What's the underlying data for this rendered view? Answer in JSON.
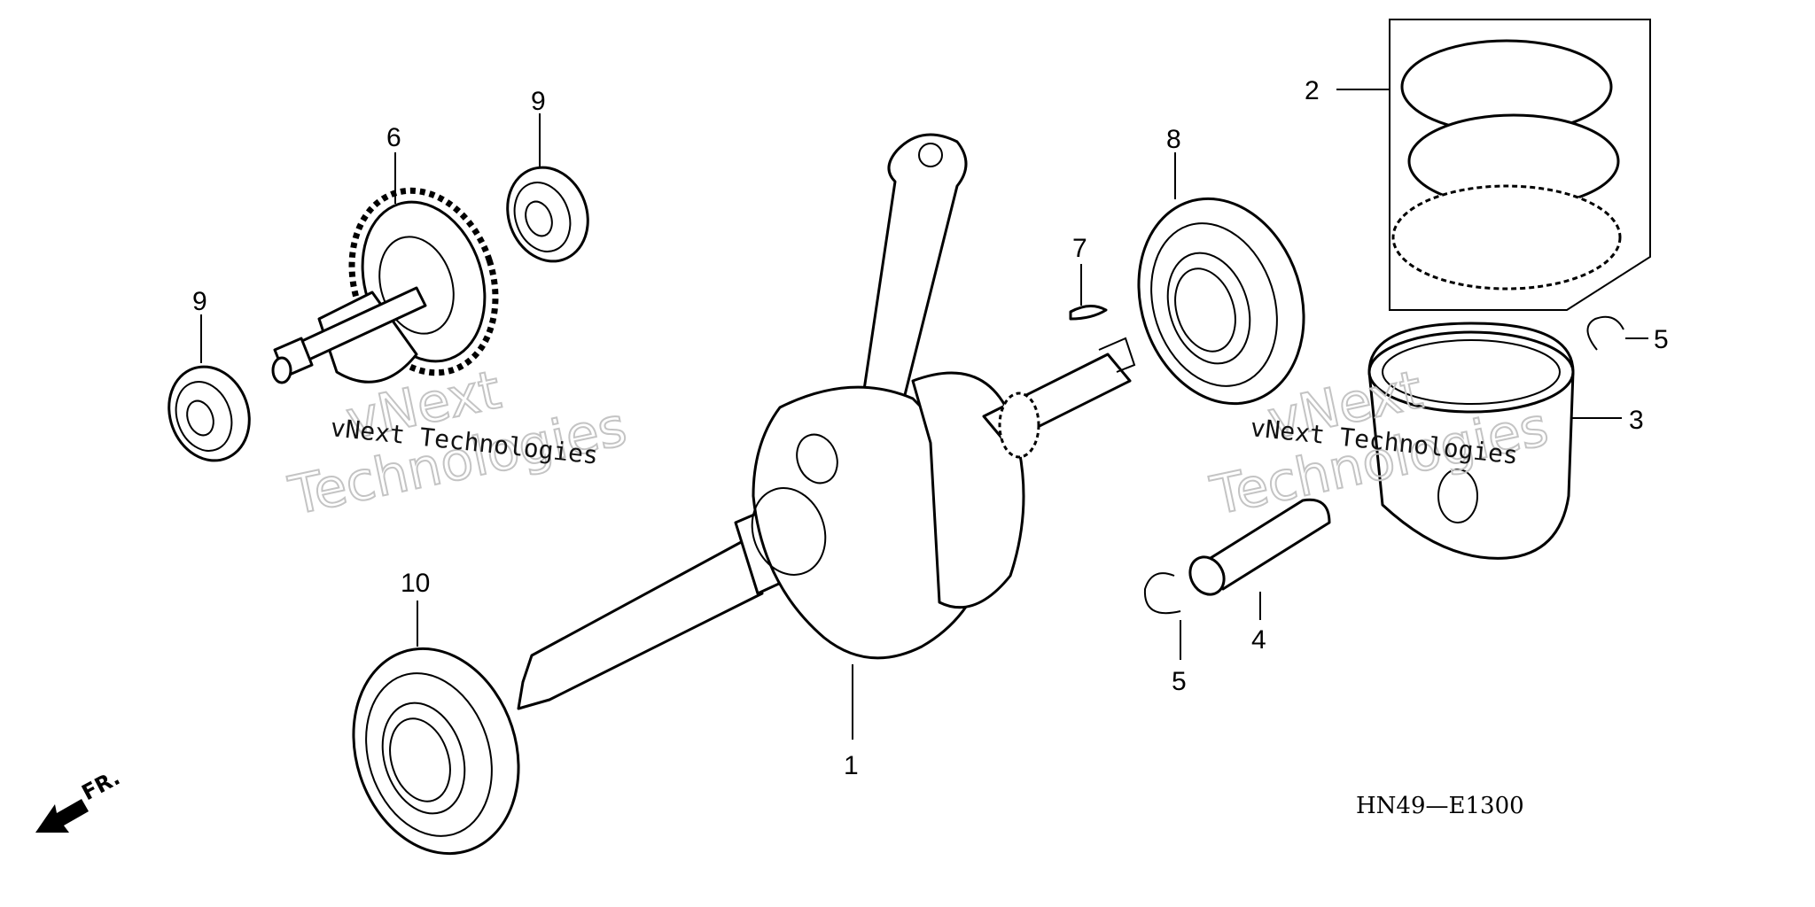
{
  "callouts": {
    "c1": "1",
    "c2": "2",
    "c3": "3",
    "c4": "4",
    "c5a": "5",
    "c5b": "5",
    "c6": "6",
    "c7": "7",
    "c8": "8",
    "c9a": "9",
    "c9b": "9",
    "c10": "10"
  },
  "watermark": {
    "small_left": "vNext Technologies",
    "big_left_1": "vNext",
    "big_left_2": "Technologies",
    "small_right": "vNext Technologies",
    "big_right_1": "vNext",
    "big_right_2": "Technologies"
  },
  "diagram_code": "HN49—E1300",
  "direction_label": "FR.",
  "icons": {
    "direction": "front-arrow-icon"
  }
}
